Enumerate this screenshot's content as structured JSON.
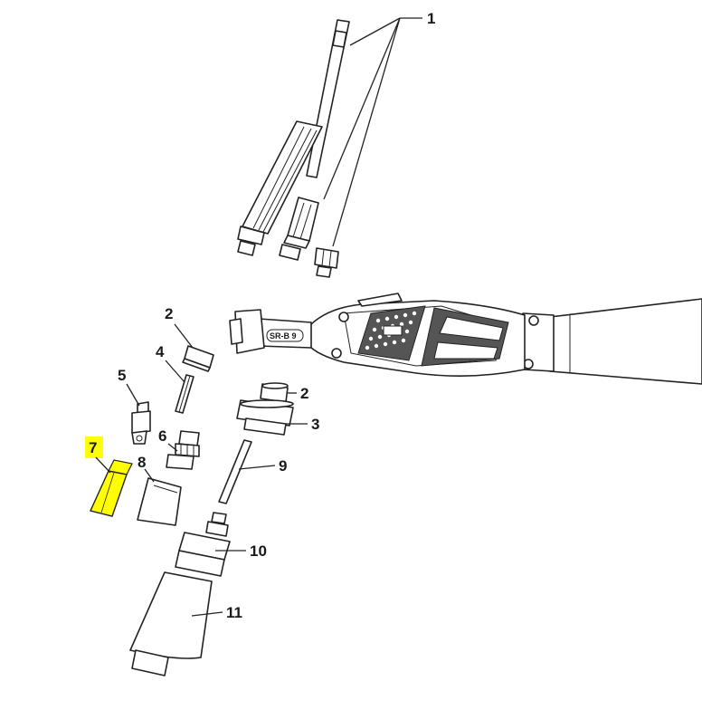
{
  "diagram": {
    "callouts": {
      "c1": "1",
      "c2a": "2",
      "c2b": "2",
      "c3": "3",
      "c4": "4",
      "c5": "5",
      "c6": "6",
      "c7": "7",
      "c8": "8",
      "c9": "9",
      "c10": "10",
      "c11": "11"
    },
    "handle_text": "SR-B 9",
    "highlight_color": "#ffff00",
    "outline_color": "#222222",
    "highlighted_part": "7"
  }
}
